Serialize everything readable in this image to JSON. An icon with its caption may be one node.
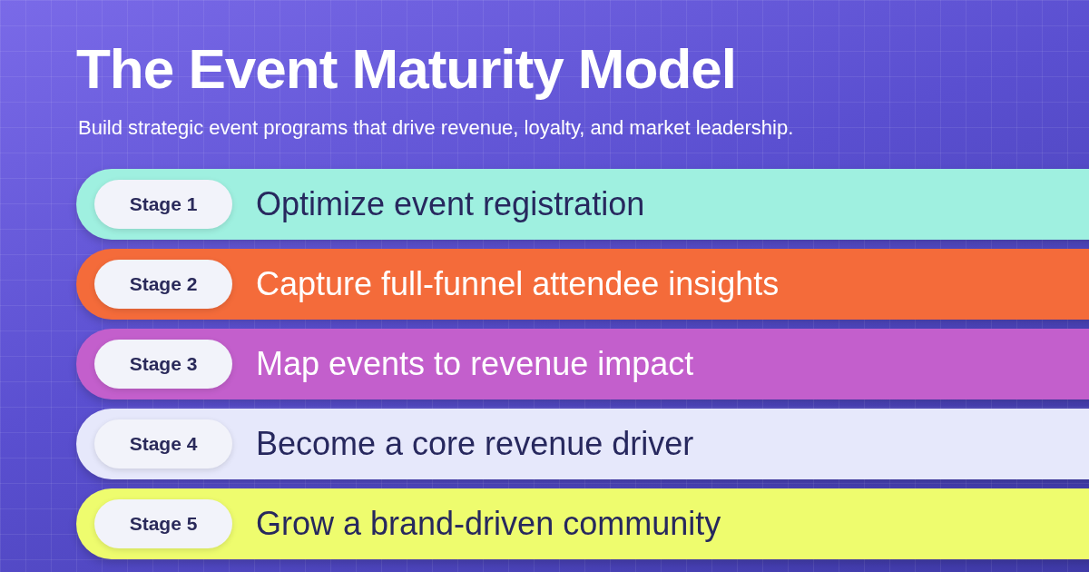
{
  "diagram": {
    "title": "The Event Maturity Model",
    "caption": "Build strategic event programs that drive revenue, loyalty, and market leadership.",
    "nodes": [
      {
        "text": [
          "Optimize event registration"
        ]
      },
      {
        "text": [
          "Stage 1"
        ],
        "in": 0
      },
      {
        "text": [
          "Capture full-funnel attendee insights"
        ]
      },
      {
        "text": [
          "Stage 2"
        ],
        "in": 2
      },
      {
        "text": [
          "Map events to revenue impact"
        ]
      },
      {
        "text": [
          "Stage 3"
        ],
        "in": 4
      },
      {
        "text": [
          "Become a core revenue driver"
        ]
      },
      {
        "text": [
          "Stage 4"
        ],
        "in": 6
      },
      {
        "text": [
          "Grow a brand-driven community"
        ]
      },
      {
        "text": [
          "Stage 5"
        ],
        "in": 8
      }
    ],
    "edges": []
  }
}
